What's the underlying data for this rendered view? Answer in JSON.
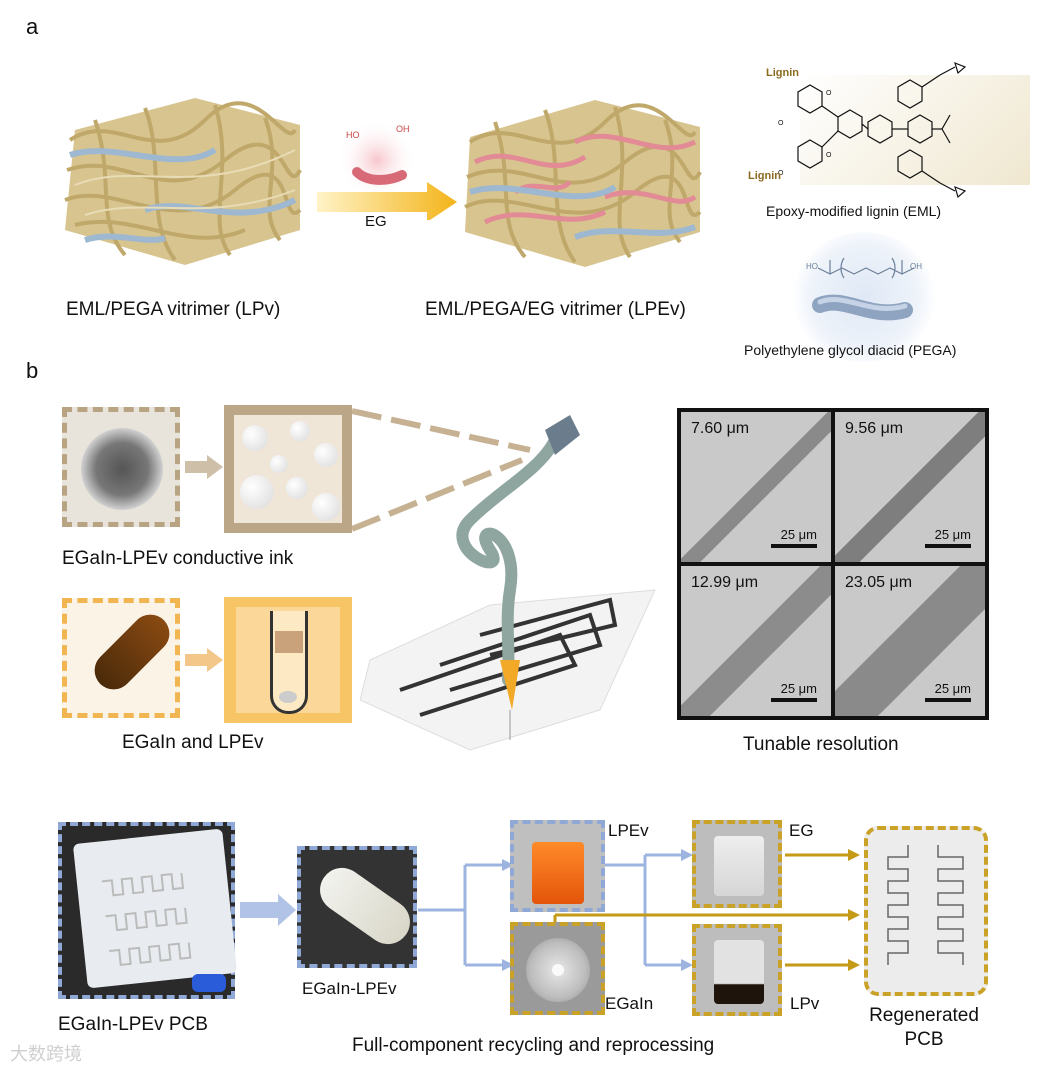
{
  "panels": {
    "a": "a",
    "b": "b"
  },
  "panel_a": {
    "lpv_caption": "EML/PEGA vitrimer (LPv)",
    "lpev_caption": "EML/PEGA/EG vitrimer (LPEv)",
    "eg_label": "EG",
    "eg_structure": {
      "ho": "HO",
      "oh": "OH"
    },
    "eml": {
      "lignin_top": "Lignin",
      "lignin_bottom": "Lignin",
      "caption": "Epoxy-modified lignin (EML)"
    },
    "pega": {
      "caption": "Polyethylene glycol diacid (PEGA)",
      "oh_left": "HO",
      "oh_right": "OH"
    }
  },
  "panel_b": {
    "ink_caption": "EGaIn-LPEv conductive ink",
    "egain_lpev_caption": "EGaIn and LPEv",
    "resolution_caption": "Tunable resolution",
    "micrographs": [
      {
        "value": "7.60 μm",
        "scale": "25 μm"
      },
      {
        "value": "9.56 μm",
        "scale": "25 μm"
      },
      {
        "value": "12.99 μm",
        "scale": "25 μm"
      },
      {
        "value": "23.05 μm",
        "scale": "25 μm"
      }
    ]
  },
  "recycling": {
    "pcb_caption": "EGaIn-LPEv PCB",
    "tube_caption": "EGaIn-LPEv",
    "lpev_label": "LPEv",
    "egain_label": "EGaIn",
    "eg_label": "EG",
    "lpv_label": "LPv",
    "regen_line1": "Regenerated",
    "regen_line2": "PCB",
    "process_caption": "Full-component recycling and reprocessing"
  },
  "watermark": "大数跨境",
  "colors": {
    "blue_arrow": "#9db4e0",
    "gold_arrow": "#c59a17",
    "fiber": "#c9b27a",
    "pink": "#e28a95",
    "blue_fiber": "#9db8d0"
  }
}
